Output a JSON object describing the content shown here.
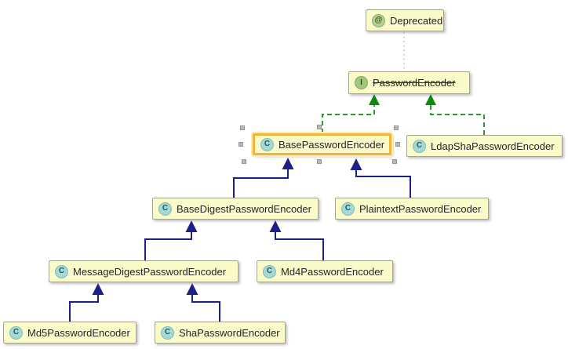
{
  "diagram": {
    "nodes": [
      {
        "id": "Deprecated",
        "type": "annotation",
        "icon_glyph": "@",
        "label": "Deprecated"
      },
      {
        "id": "PasswordEncoder",
        "type": "interface",
        "icon_glyph": "I",
        "label": "PasswordEncoder",
        "deprecated": true
      },
      {
        "id": "BasePasswordEncoder",
        "type": "class",
        "icon_glyph": "C",
        "label": "BasePasswordEncoder",
        "selected": true
      },
      {
        "id": "LdapShaPasswordEncoder",
        "type": "class",
        "icon_glyph": "C",
        "label": "LdapShaPasswordEncoder"
      },
      {
        "id": "BaseDigestPasswordEncoder",
        "type": "class",
        "icon_glyph": "C",
        "label": "BaseDigestPasswordEncoder"
      },
      {
        "id": "PlaintextPasswordEncoder",
        "type": "class",
        "icon_glyph": "C",
        "label": "PlaintextPasswordEncoder"
      },
      {
        "id": "MessageDigestPasswordEncoder",
        "type": "class",
        "icon_glyph": "C",
        "label": "MessageDigestPasswordEncoder"
      },
      {
        "id": "Md4PasswordEncoder",
        "type": "class",
        "icon_glyph": "C",
        "label": "Md4PasswordEncoder"
      },
      {
        "id": "Md5PasswordEncoder",
        "type": "class",
        "icon_glyph": "C",
        "label": "Md5PasswordEncoder"
      },
      {
        "id": "ShaPasswordEncoder",
        "type": "class",
        "icon_glyph": "C",
        "label": "ShaPasswordEncoder"
      }
    ],
    "edges": [
      {
        "from": "PasswordEncoder",
        "to": "Deprecated",
        "relation": "annotation-link"
      },
      {
        "from": "BasePasswordEncoder",
        "to": "PasswordEncoder",
        "relation": "realization"
      },
      {
        "from": "LdapShaPasswordEncoder",
        "to": "PasswordEncoder",
        "relation": "realization"
      },
      {
        "from": "BaseDigestPasswordEncoder",
        "to": "BasePasswordEncoder",
        "relation": "generalization"
      },
      {
        "from": "PlaintextPasswordEncoder",
        "to": "BasePasswordEncoder",
        "relation": "generalization"
      },
      {
        "from": "MessageDigestPasswordEncoder",
        "to": "BaseDigestPasswordEncoder",
        "relation": "generalization"
      },
      {
        "from": "Md4PasswordEncoder",
        "to": "BaseDigestPasswordEncoder",
        "relation": "generalization"
      },
      {
        "from": "Md5PasswordEncoder",
        "to": "MessageDigestPasswordEncoder",
        "relation": "generalization"
      },
      {
        "from": "ShaPasswordEncoder",
        "to": "MessageDigestPasswordEncoder",
        "relation": "generalization"
      }
    ],
    "colors": {
      "node_fill": "#fbfbc9",
      "node_border": "#a3a38f",
      "selection_border": "#f1b53e",
      "generalization_line": "#1d2088",
      "realization_line": "#0f8a0f",
      "annotation_link_line": "#c2c29e",
      "class_icon_bg": "#a6d9d4",
      "interface_icon_bg": "#a3c77d",
      "annotation_icon_bg": "#b4cf92"
    }
  }
}
